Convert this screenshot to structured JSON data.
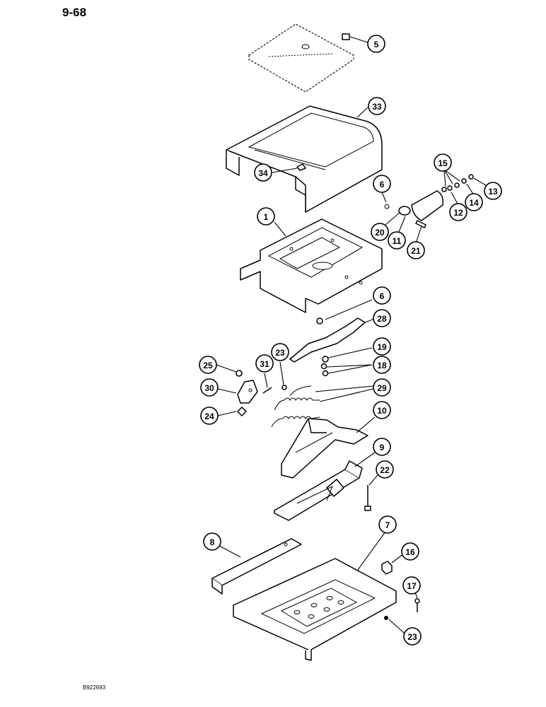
{
  "page_number": "9-68",
  "drawing_id": "B922693",
  "callouts": [
    {
      "id": "c5",
      "label": "5"
    },
    {
      "id": "c33",
      "label": "33"
    },
    {
      "id": "c34",
      "label": "34"
    },
    {
      "id": "c15",
      "label": "15"
    },
    {
      "id": "c13",
      "label": "13"
    },
    {
      "id": "c14",
      "label": "14"
    },
    {
      "id": "c12",
      "label": "12"
    },
    {
      "id": "c6a",
      "label": "6"
    },
    {
      "id": "c20",
      "label": "20"
    },
    {
      "id": "c11",
      "label": "11"
    },
    {
      "id": "c21",
      "label": "21"
    },
    {
      "id": "c1",
      "label": "1"
    },
    {
      "id": "c6b",
      "label": "6"
    },
    {
      "id": "c28",
      "label": "28"
    },
    {
      "id": "c19",
      "label": "19"
    },
    {
      "id": "c18",
      "label": "18"
    },
    {
      "id": "c25",
      "label": "25"
    },
    {
      "id": "c23a",
      "label": "23"
    },
    {
      "id": "c31",
      "label": "31"
    },
    {
      "id": "c29",
      "label": "29"
    },
    {
      "id": "c30",
      "label": "30"
    },
    {
      "id": "c24",
      "label": "24"
    },
    {
      "id": "c10",
      "label": "10"
    },
    {
      "id": "c9",
      "label": "9"
    },
    {
      "id": "c22",
      "label": "22"
    },
    {
      "id": "c7",
      "label": "7"
    },
    {
      "id": "c8",
      "label": "8"
    },
    {
      "id": "c16",
      "label": "16"
    },
    {
      "id": "c17",
      "label": "17"
    },
    {
      "id": "c23b",
      "label": "23"
    }
  ]
}
